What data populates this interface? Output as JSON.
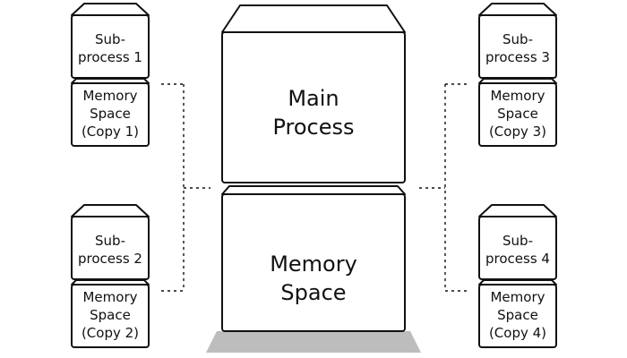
{
  "main": {
    "process_line1": "Main",
    "process_line2": "Process",
    "memory_line1": "Memory",
    "memory_line2": "Space"
  },
  "subprocesses": [
    {
      "line1": "Sub-",
      "line2": "process 1",
      "mem1": "Memory",
      "mem2": "Space",
      "mem3": "(Copy 1)"
    },
    {
      "line1": "Sub-",
      "line2": "process 2",
      "mem1": "Memory",
      "mem2": "Space",
      "mem3": "(Copy 2)"
    },
    {
      "line1": "Sub-",
      "line2": "process 3",
      "mem1": "Memory",
      "mem2": "Space",
      "mem3": "(Copy 3)"
    },
    {
      "line1": "Sub-",
      "line2": "process 4",
      "mem1": "Memory",
      "mem2": "Space",
      "mem3": "(Copy 4)"
    }
  ],
  "colors": {
    "stroke": "#111111",
    "shadow": "#bdbdbd",
    "fill": "#ffffff"
  }
}
